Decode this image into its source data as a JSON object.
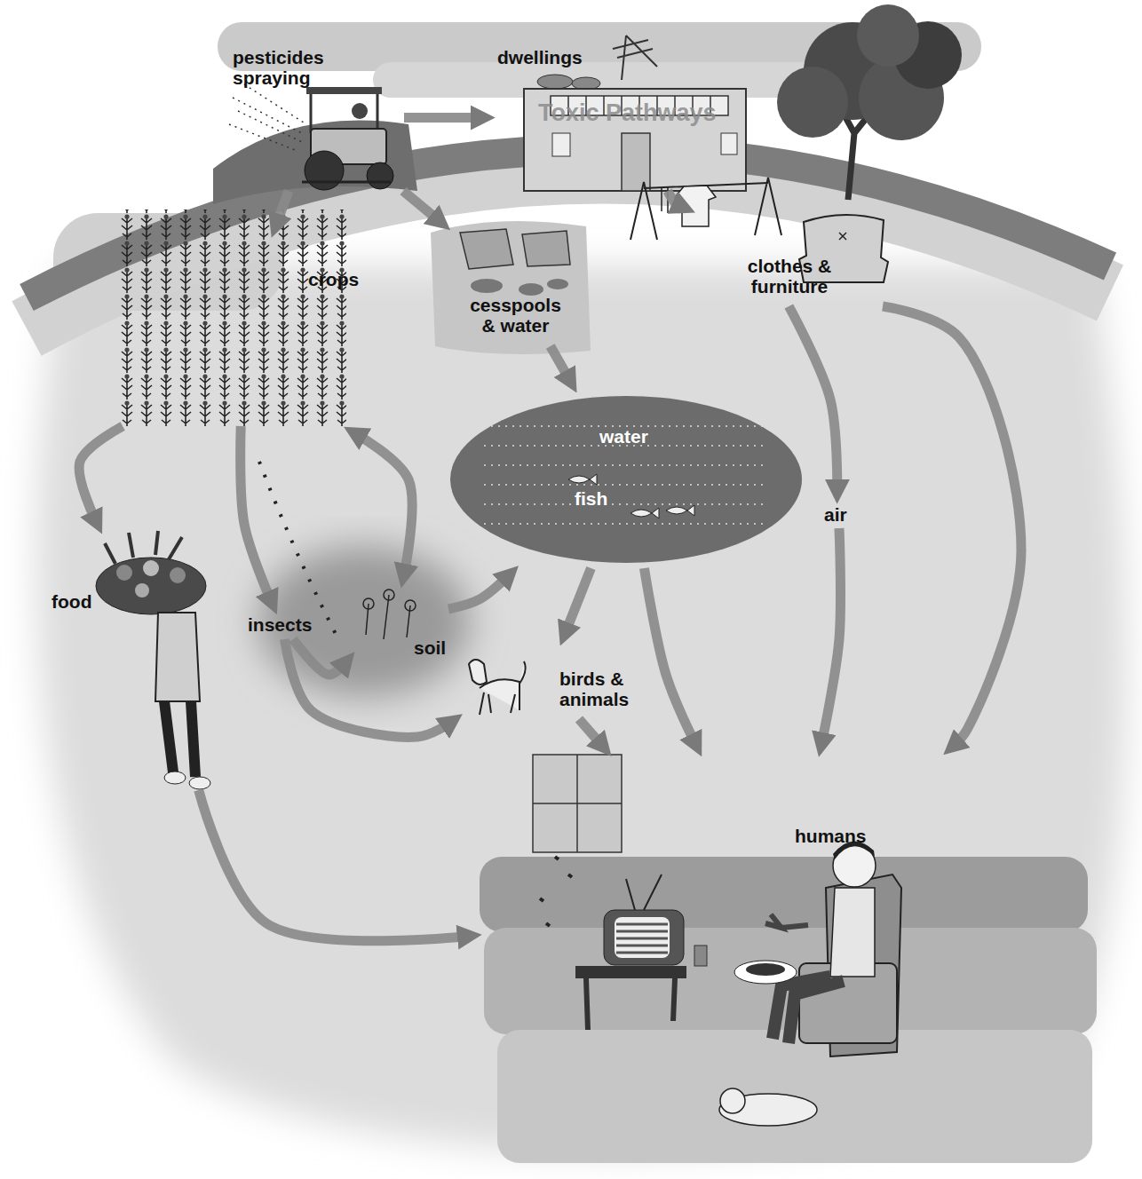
{
  "diagram": {
    "title": "Toxic Pathways",
    "nodes": [
      {
        "text": [
          "pesticides spraying"
        ]
      },
      {
        "text": [
          "dwellings"
        ]
      },
      {
        "text": [
          "crops"
        ]
      },
      {
        "text": [
          "cesspools & water"
        ]
      },
      {
        "text": [
          "clothes & furniture"
        ]
      },
      {
        "text": [
          "water",
          "fish"
        ]
      },
      {
        "text": [
          "air"
        ]
      },
      {
        "text": [
          "food"
        ]
      },
      {
        "text": [
          "insects"
        ]
      },
      {
        "text": [
          "soil"
        ]
      },
      {
        "text": [
          "birds & animals"
        ]
      },
      {
        "text": [
          "humans"
        ]
      }
    ],
    "edges": [
      {
        "from": 0,
        "to": 1,
        "arrow": "to"
      },
      {
        "from": 0,
        "to": 2,
        "arrow": "to"
      },
      {
        "from": 0,
        "to": 3,
        "arrow": "to"
      },
      {
        "from": 1,
        "to": 4,
        "arrow": "to"
      },
      {
        "from": 2,
        "to": 7,
        "arrow": "to"
      },
      {
        "from": 2,
        "to": 8,
        "arrow": "to"
      },
      {
        "from": 2,
        "to": 9,
        "arrow": "both"
      },
      {
        "from": 3,
        "to": 5,
        "arrow": "to"
      },
      {
        "from": 4,
        "to": 6,
        "arrow": "to"
      },
      {
        "from": 4,
        "to": 11,
        "arrow": "to"
      },
      {
        "from": 5,
        "to": 10,
        "arrow": "to"
      },
      {
        "from": 5,
        "to": 11,
        "arrow": "to"
      },
      {
        "from": 6,
        "to": 11,
        "arrow": "to"
      },
      {
        "from": 7,
        "to": 11,
        "arrow": "to"
      },
      {
        "from": 8,
        "to": 9,
        "arrow": "to"
      },
      {
        "from": 8,
        "to": 10,
        "arrow": "to"
      },
      {
        "from": 9,
        "to": 5,
        "arrow": "to"
      },
      {
        "from": 10,
        "to": 11,
        "arrow": "to"
      }
    ]
  }
}
